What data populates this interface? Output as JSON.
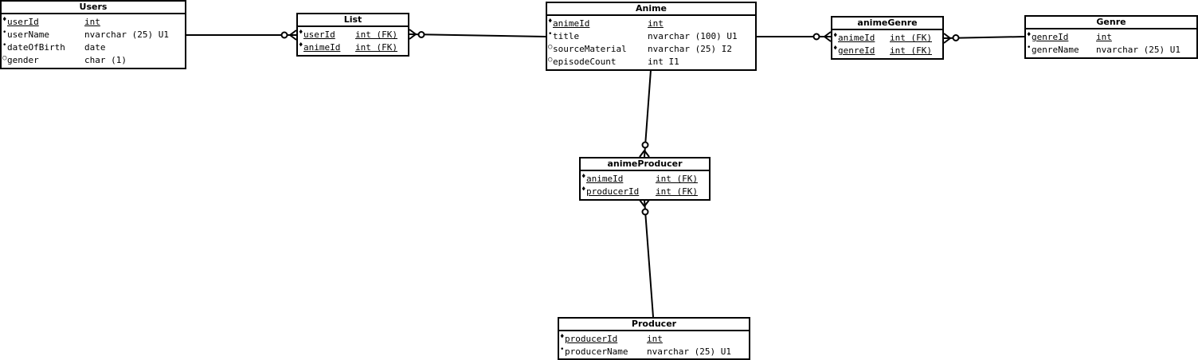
{
  "entities": [
    {
      "id": "users",
      "title": "Users",
      "attributes": [
        {
          "symbol": "♦",
          "name": "userId",
          "type": "int",
          "key": true
        },
        {
          "symbol": "•",
          "name": "userName",
          "type": "nvarchar (25) U1",
          "key": false
        },
        {
          "symbol": "•",
          "name": "dateOfBirth",
          "type": "date",
          "key": false
        },
        {
          "symbol": "○",
          "name": "gender",
          "type": "char (1)",
          "key": false
        }
      ]
    },
    {
      "id": "list",
      "title": "List",
      "attributes": [
        {
          "symbol": "♦",
          "name": "userId",
          "type": "int (FK)",
          "key": true
        },
        {
          "symbol": "♦",
          "name": "animeId",
          "type": "int (FK)",
          "key": true
        }
      ]
    },
    {
      "id": "anime",
      "title": "Anime",
      "attributes": [
        {
          "symbol": "♦",
          "name": "animeId",
          "type": "int",
          "key": true
        },
        {
          "symbol": "•",
          "name": "title",
          "type": "nvarchar (100) U1",
          "key": false
        },
        {
          "symbol": "○",
          "name": "sourceMaterial",
          "type": "nvarchar (25) I2",
          "key": false
        },
        {
          "symbol": "○",
          "name": "episodeCount",
          "type": "int I1",
          "key": false
        }
      ]
    },
    {
      "id": "animeGenre",
      "title": "animeGenre",
      "attributes": [
        {
          "symbol": "♦",
          "name": "animeId",
          "type": "int (FK)",
          "key": true
        },
        {
          "symbol": "♦",
          "name": "genreId",
          "type": "int (FK)",
          "key": true
        }
      ]
    },
    {
      "id": "genre",
      "title": "Genre",
      "attributes": [
        {
          "symbol": "♦",
          "name": "genreId",
          "type": "int",
          "key": true
        },
        {
          "symbol": "•",
          "name": "genreName",
          "type": "nvarchar (25) U1",
          "key": false
        }
      ]
    },
    {
      "id": "animeProducer",
      "title": "animeProducer",
      "attributes": [
        {
          "symbol": "♦",
          "name": "animeId",
          "type": "int (FK)",
          "key": true
        },
        {
          "symbol": "♦",
          "name": "producerId",
          "type": "int (FK)",
          "key": true
        }
      ]
    },
    {
      "id": "producer",
      "title": "Producer",
      "attributes": [
        {
          "symbol": "♦",
          "name": "producerId",
          "type": "int",
          "key": true
        },
        {
          "symbol": "•",
          "name": "producerName",
          "type": "nvarchar (25) U1",
          "key": false
        }
      ]
    }
  ],
  "relationships": [
    {
      "from": "users",
      "to": "list",
      "cardinality": "one-to-zero-or-many"
    },
    {
      "from": "anime",
      "to": "list",
      "cardinality": "one-to-zero-or-many"
    },
    {
      "from": "anime",
      "to": "animeGenre",
      "cardinality": "one-to-zero-or-many"
    },
    {
      "from": "genre",
      "to": "animeGenre",
      "cardinality": "one-to-zero-or-many"
    },
    {
      "from": "anime",
      "to": "animeProducer",
      "cardinality": "one-to-zero-or-many"
    },
    {
      "from": "producer",
      "to": "animeProducer",
      "cardinality": "one-to-zero-or-many"
    }
  ]
}
